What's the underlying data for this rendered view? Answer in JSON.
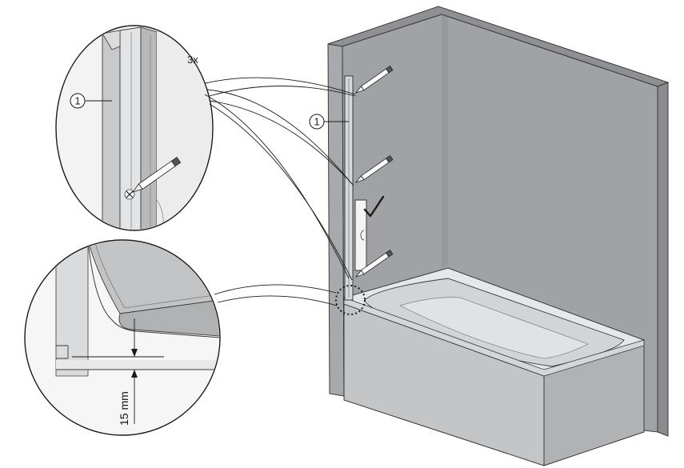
{
  "callouts": {
    "part_number_detail": "1",
    "part_number_main": "1",
    "repeat_count": "3x",
    "gap_dimension": "15 mm"
  },
  "marks": {
    "checkmark": "check-icon",
    "drill_mark": "cross-mark-icon",
    "pencil": "pencil-icon",
    "spirit_level": "level-icon"
  },
  "colors": {
    "wall_front": "#a7a9ac",
    "wall_side": "#8e9093",
    "tub_panel": "#c4c5c7",
    "tub_rim": "#e6e7e8",
    "tub_inner": "#d9dadb",
    "outline": "#3a3a3a"
  }
}
